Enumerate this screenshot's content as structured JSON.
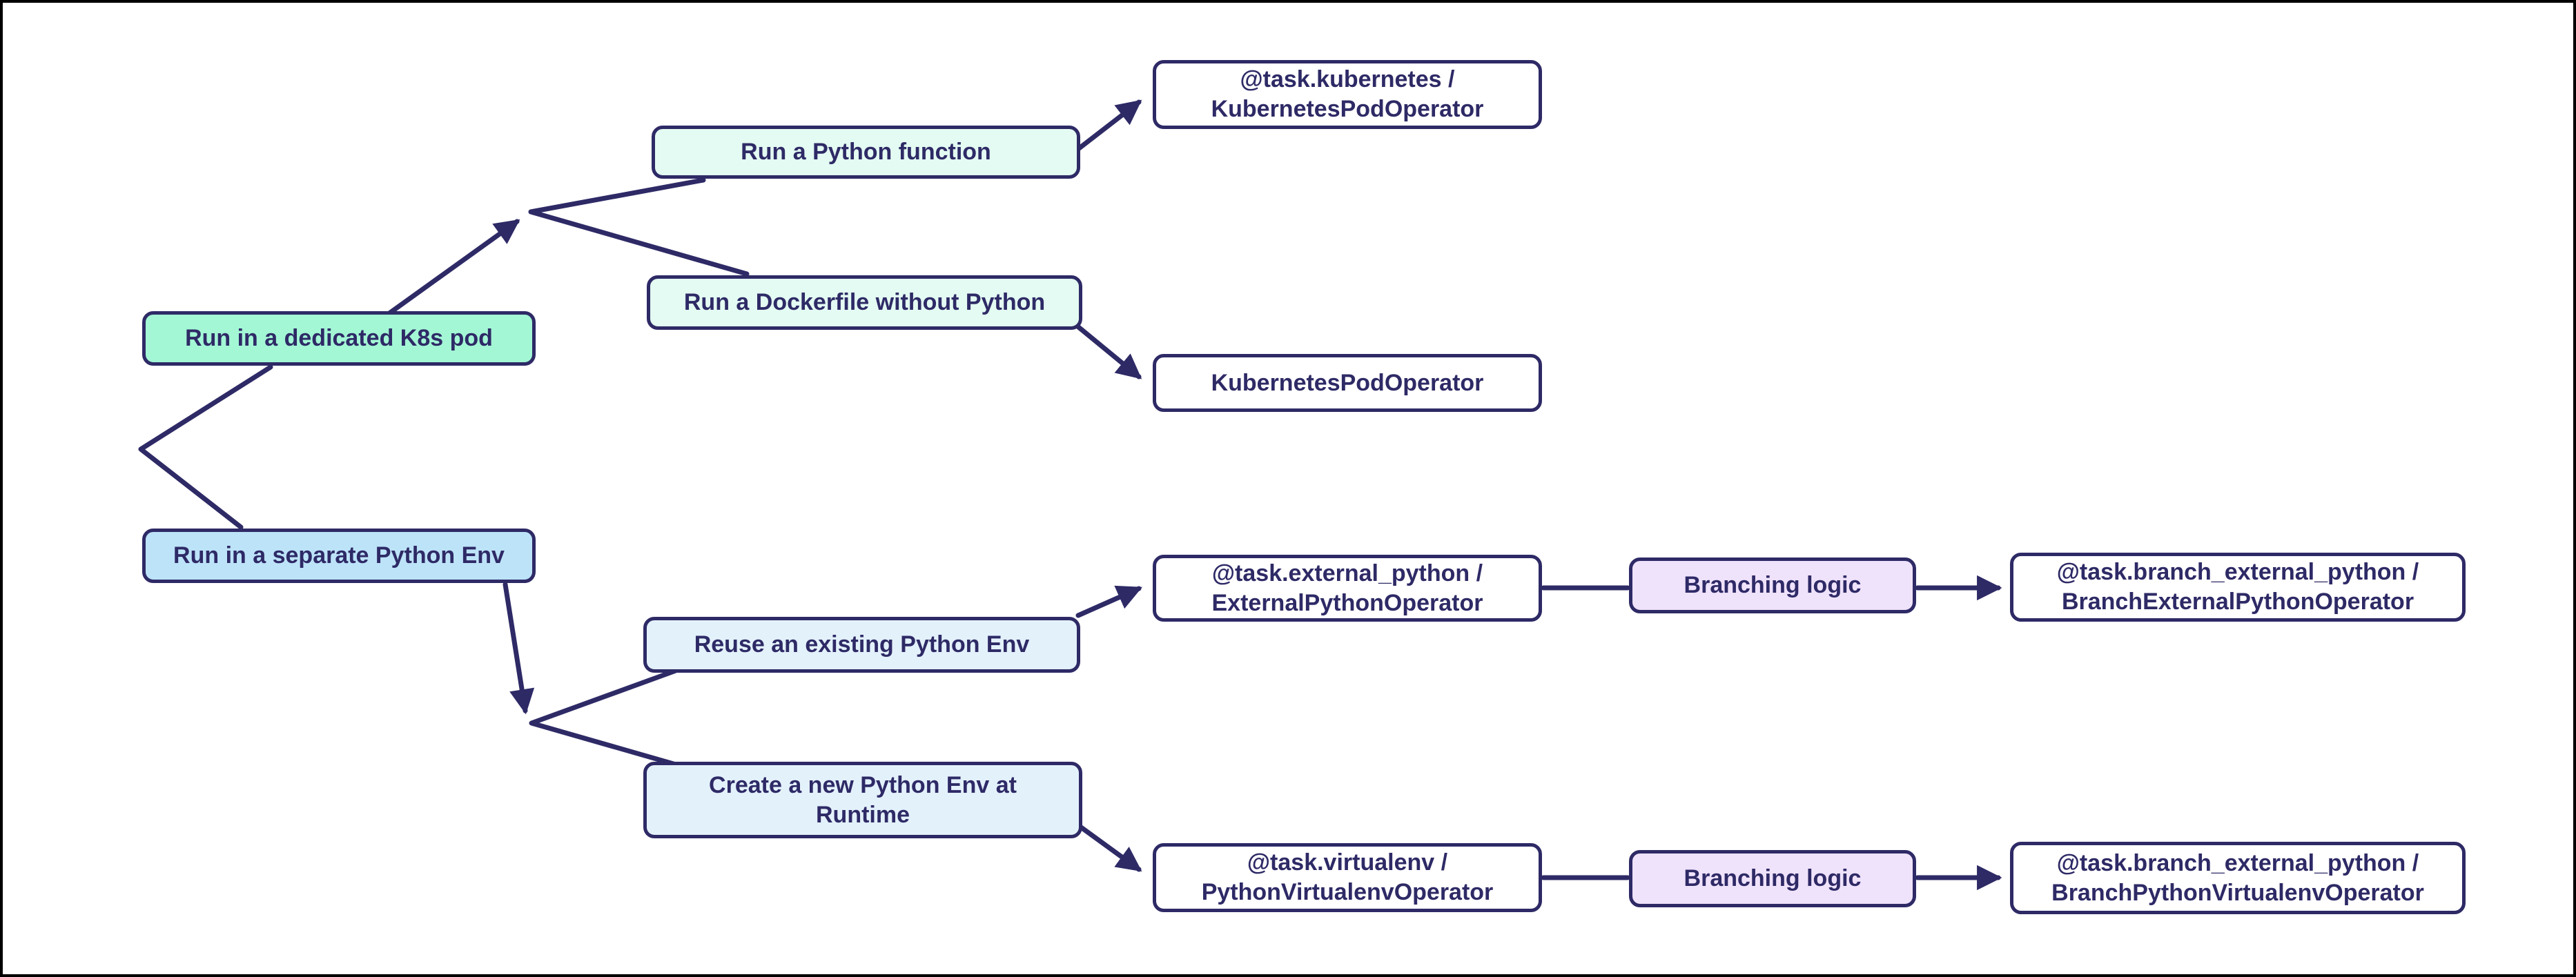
{
  "colors": {
    "ink": "#2E2A66",
    "green": "#A3F7D5",
    "blue": "#BDE3F8",
    "mint": "#E3FBF2",
    "light_blue": "#E3F1FB",
    "purple": "#EFE2FB",
    "white": "#FFFFFF",
    "frame": "#000000",
    "background": "#FFFFFF"
  },
  "diagram": {
    "nodes": {
      "dedicated_k8s_pod": {
        "label": "Run in a dedicated K8s pod",
        "variant": "green"
      },
      "separate_python_env": {
        "label": "Run in a separate Python Env",
        "variant": "blue"
      },
      "run_python_function": {
        "label": "Run a Python function",
        "variant": "mint"
      },
      "run_dockerfile": {
        "label": "Run a Dockerfile without Python",
        "variant": "mint"
      },
      "task_kubernetes": {
        "label": "@task.kubernetes /\nKubernetesPodOperator",
        "variant": "white"
      },
      "kubernetes_pod_operator": {
        "label": "KubernetesPodOperator",
        "variant": "white"
      },
      "reuse_python_env": {
        "label": "Reuse an existing Python Env",
        "variant": "lightblue"
      },
      "create_python_env": {
        "label": "Create a new Python Env at\nRuntime",
        "variant": "lightblue"
      },
      "task_external_python": {
        "label": "@task.external_python /\nExternalPythonOperator",
        "variant": "white"
      },
      "task_virtualenv": {
        "label": "@task.virtualenv /\nPythonVirtualenvOperator",
        "variant": "white"
      },
      "branching_logic_top": {
        "label": "Branching logic",
        "variant": "purple"
      },
      "branching_logic_bottom": {
        "label": "Branching logic",
        "variant": "purple"
      },
      "task_branch_external_python": {
        "label": "@task.branch_external_python /\nBranchExternalPythonOperator",
        "variant": "white"
      },
      "task_branch_virtualenv": {
        "label": "@task.branch_external_python /\nBranchPythonVirtualenvOperator",
        "variant": "white"
      }
    },
    "edges": [
      {
        "from": "root",
        "to": "dedicated_k8s_pod",
        "arrow": false
      },
      {
        "from": "root",
        "to": "separate_python_env",
        "arrow": false
      },
      {
        "from": "dedicated_k8s_pod",
        "to": "k8s-split",
        "arrow": true
      },
      {
        "from": "k8s-split",
        "to": "run_python_function",
        "arrow": false
      },
      {
        "from": "k8s-split",
        "to": "run_dockerfile",
        "arrow": false
      },
      {
        "from": "run_python_function",
        "to": "task_kubernetes",
        "arrow": true
      },
      {
        "from": "run_dockerfile",
        "to": "kubernetes_pod_operator",
        "arrow": true
      },
      {
        "from": "separate_python_env",
        "to": "pyenv-split",
        "arrow": true
      },
      {
        "from": "pyenv-split",
        "to": "reuse_python_env",
        "arrow": false
      },
      {
        "from": "pyenv-split",
        "to": "create_python_env",
        "arrow": false
      },
      {
        "from": "reuse_python_env",
        "to": "task_external_python",
        "arrow": true
      },
      {
        "from": "create_python_env",
        "to": "task_virtualenv",
        "arrow": true
      },
      {
        "from": "task_external_python",
        "to": "branching_logic_top",
        "arrow": false
      },
      {
        "from": "branching_logic_top",
        "to": "task_branch_external_python",
        "arrow": true
      },
      {
        "from": "task_virtualenv",
        "to": "branching_logic_bottom",
        "arrow": false
      },
      {
        "from": "branching_logic_bottom",
        "to": "task_branch_virtualenv",
        "arrow": true
      }
    ]
  }
}
